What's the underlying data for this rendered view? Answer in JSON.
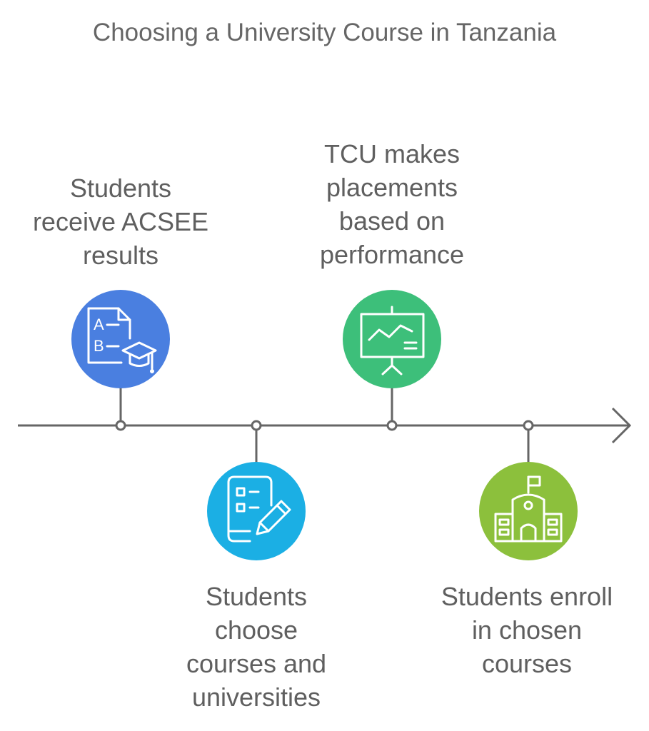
{
  "title": "Choosing a University Course in Tanzania",
  "colors": {
    "line": "#666666",
    "step1": "#4a7fe0",
    "step2": "#1bafe4",
    "step3": "#3dbf7a",
    "step4": "#8cc03c"
  },
  "steps": [
    {
      "label_lines": [
        "Students",
        "receive ACSEE",
        "results"
      ],
      "icon": "exam-results-icon",
      "position": "above"
    },
    {
      "label_lines": [
        "Students",
        "choose",
        "courses and",
        "universities"
      ],
      "icon": "application-form-icon",
      "position": "below"
    },
    {
      "label_lines": [
        "TCU makes",
        "placements",
        "based on",
        "performance"
      ],
      "icon": "presentation-chart-icon",
      "position": "above"
    },
    {
      "label_lines": [
        "Students enroll",
        "in chosen",
        "courses"
      ],
      "icon": "university-building-icon",
      "position": "below"
    }
  ]
}
